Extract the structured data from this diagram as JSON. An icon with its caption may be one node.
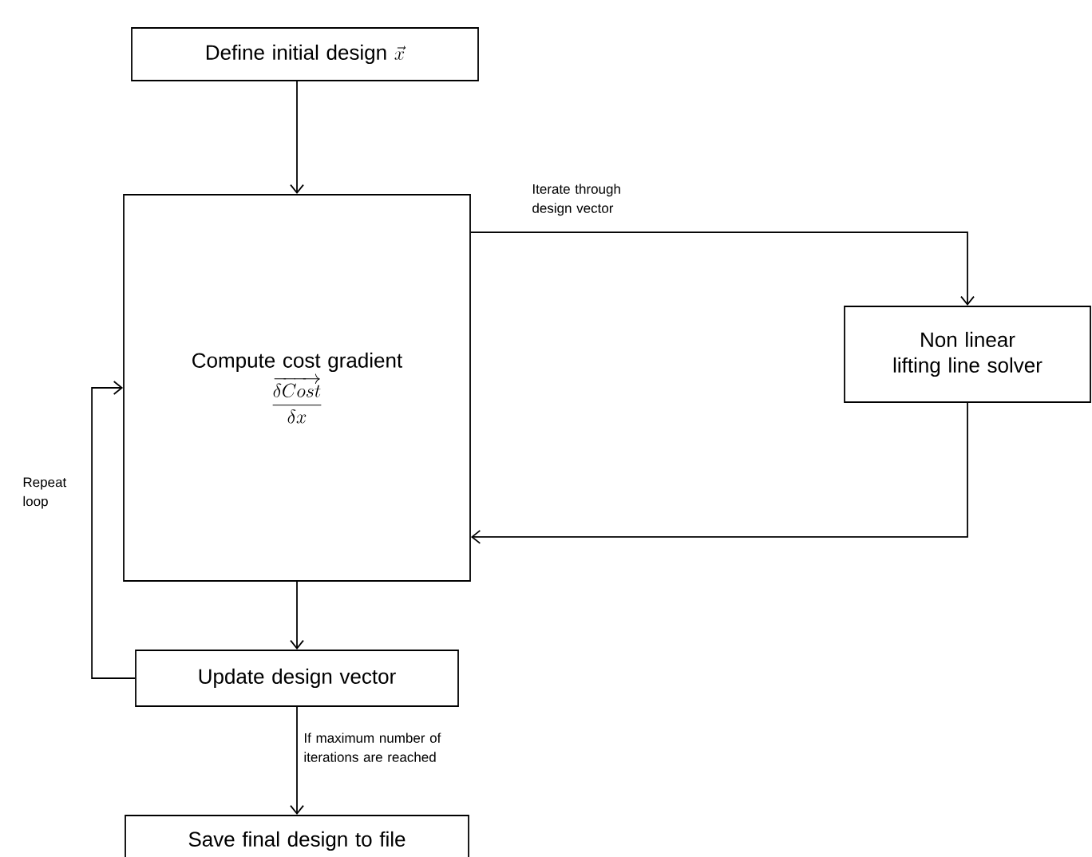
{
  "diagram": {
    "nodes": [
      {
        "text": [
          "Define initial design",
          "\\vec{x}"
        ]
      },
      {
        "text": [
          "Compute cost gradient",
          "\\frac{\\overrightarrow{\\delta Cost}}{\\delta x}"
        ]
      },
      {
        "text": [
          "Non linear lifting line solver"
        ]
      },
      {
        "text": [
          "Update design vector"
        ]
      },
      {
        "text": [
          "Save final design to file"
        ]
      }
    ],
    "edges": [
      {
        "from": 0,
        "to": 1,
        "arrow": "to"
      },
      {
        "from": 1,
        "to": 2,
        "arrow": "to",
        "label": "Iterate through design vector"
      },
      {
        "from": 2,
        "to": 1,
        "arrow": "to"
      },
      {
        "from": 1,
        "to": 3,
        "arrow": "to"
      },
      {
        "from": 3,
        "to": 1,
        "arrow": "to",
        "label": "Repeat loop"
      },
      {
        "from": 3,
        "to": 4,
        "arrow": "to",
        "label": "If maximum number of iterations are reached"
      }
    ]
  }
}
